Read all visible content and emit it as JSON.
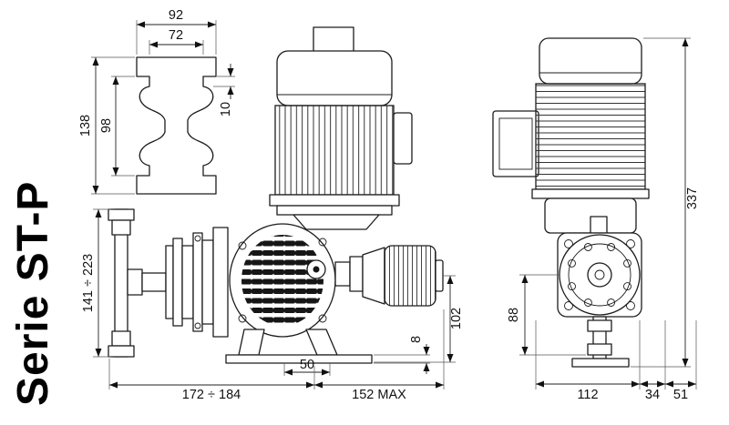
{
  "title": "Serie ST-P",
  "bracket_view": {
    "width_outer": "92",
    "width_inner": "72",
    "height_outer": "138",
    "height_inner": "98",
    "slot": "10"
  },
  "side_view": {
    "valve_span": "141 ÷ 223",
    "overall_length": "172 ÷ 184",
    "foot_span": "50",
    "max_length": "152 MAX",
    "axis_height": "102",
    "base_thickness": "8"
  },
  "end_view": {
    "overall_height": "337",
    "suction_height": "88",
    "motor_width": "112",
    "flange_width": "34",
    "head_width": "51"
  }
}
